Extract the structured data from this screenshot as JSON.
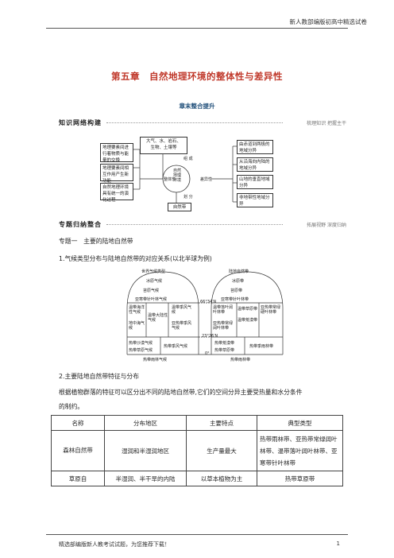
{
  "header": {
    "text": "新人教部编版初高中精选试卷"
  },
  "title": "第五章　自然地理环境的整体性与差异性",
  "subtitle": "章末整合提升",
  "section1": {
    "label": "知识网络构建",
    "right": "梳理知识 把握主干"
  },
  "concept_map": {
    "left_boxes": [
      "地理要素间进行着物质与能量的交换",
      "地理要素间相互作用产生新功能",
      "自然地理环境具有统一的演化过程"
    ],
    "top_box": [
      "大气、水、岩石、",
      "生物、土壤等"
    ],
    "zucheng": "组 成",
    "zhengtixing": "整体性",
    "center": [
      "自然",
      "地理",
      "环境"
    ],
    "chayixing": "差异性",
    "huafen": "划 分",
    "zirandai": "自然带",
    "right_boxes": [
      "由赤道到两极的地域分异",
      "从沿海向内陆的地域分异",
      "山地的垂直地域分异",
      "非地带性地域分异"
    ]
  },
  "section2": {
    "label": "专题归纳整合",
    "right": "拓展视野 深度归纳"
  },
  "topic1": "专题一　主要的陆地自然带",
  "item1": "1.气候类型分布与陆地自然带的对应关系(以北半球为例)",
  "climate_diagram": {
    "left_title": "世界气候类型",
    "right_title": "陆地自然带",
    "left_rows": [
      "冰原气候",
      "苔原气候",
      "亚寒带针叶林气候"
    ],
    "right_rows": [
      "冰原带",
      "苔原带",
      "亚寒带针叶林带"
    ],
    "lat1": "66°34′N",
    "lat2": "23°26′N",
    "lat0": "0°",
    "left_mid": [
      "温带海洋性气候",
      "温带大陆性气候",
      "温带季风气候",
      "地中海气候",
      "亚热带季风气候"
    ],
    "right_mid": [
      "温带落叶阔叶林带",
      "温带草原带",
      "温带荒漠带",
      "亚热带常绿硬叶林带",
      "亚热带常绿阔叶林带"
    ],
    "left_low": [
      "热带沙漠气候",
      "热带草原气候",
      "热带季风气候",
      "热带雨林气候"
    ],
    "right_low": [
      "热带荒漠带",
      "热带草原带",
      "热带季雨林带",
      "热带雨林带"
    ]
  },
  "item2": "2.主要陆地自然带特征与分布",
  "para": [
    "根据植物群落的特征可以区分出不同的陆地自然带,它们的空间分异主要受热量和水分条件",
    "的制约。"
  ],
  "table": {
    "headers": [
      "名称",
      "分布地区",
      "主要特点",
      "典型类型"
    ],
    "rows": [
      [
        "森林自然带",
        "湿润和半湿润地区",
        "生产量最大",
        "热带雨林带、亚热带常绿阔叶林带、温带落叶阔叶林带、亚寒带针叶林带"
      ],
      [
        "草原自",
        "半湿润、半干旱的内陆",
        "以草本植物为主",
        "热带草原带"
      ]
    ]
  },
  "footer": {
    "text": "精选部编版新人教考试试题，为您推荐下载！",
    "page": "1"
  }
}
